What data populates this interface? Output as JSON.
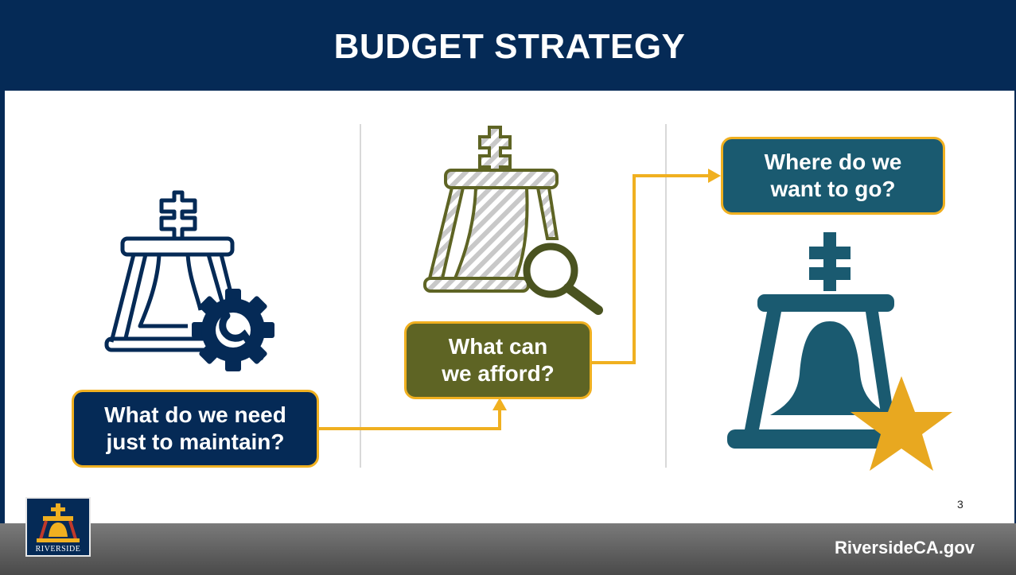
{
  "title": "BUDGET STRATEGY",
  "callouts": {
    "maintain": {
      "line1": "What do we need",
      "line2": "just to maintain?"
    },
    "afford": {
      "line1": "What can",
      "line2": "we afford?"
    },
    "goal": {
      "line1": "Where do we",
      "line2": "want to go?"
    }
  },
  "page_number": "3",
  "footer": {
    "url": "RiversideCA.gov",
    "logo_text": "RIVERSIDE"
  },
  "colors": {
    "navy": "#052a56",
    "olive": "#5e6424",
    "teal": "#1a5a70",
    "gold": "#f0b020"
  },
  "icons": [
    "bell-gear-icon",
    "bell-magnifier-icon",
    "bell-star-icon",
    "city-logo-icon"
  ]
}
